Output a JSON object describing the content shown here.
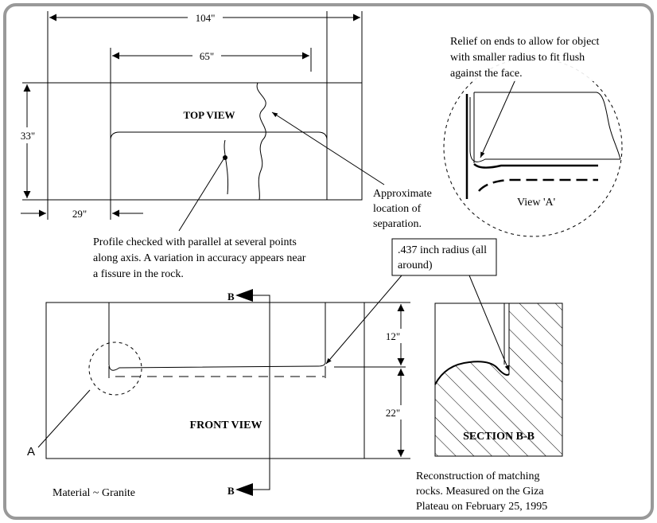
{
  "dimensions": {
    "overall_length": "104\"",
    "inner_length": "65\"",
    "height_top": "33\"",
    "end_width": "29\"",
    "upper_depth": "12\"",
    "lower_depth": "22\""
  },
  "views": {
    "top": "TOP VIEW",
    "front": "FRONT VIEW",
    "section": "SECTION B-B",
    "detail": "View 'A'"
  },
  "section_markers": {
    "upper": "B",
    "lower": "B",
    "detail_ref": "A"
  },
  "notes": {
    "relief": [
      "Relief on ends to allow for object",
      "with smaller radius to fit flush",
      "against the face."
    ],
    "separation": [
      "Approximate",
      "location of",
      "separation."
    ],
    "profile": [
      "Profile checked with parallel at several points",
      "along axis. A variation in accuracy appears near",
      "a fissure in the rock."
    ],
    "radius": [
      ".437 inch radius (all",
      "around)"
    ],
    "material": "Material ~ Granite",
    "reconstruction": [
      "Reconstruction of matching",
      "rocks. Measured on the Giza",
      "Plateau on February 25, 1995"
    ]
  }
}
